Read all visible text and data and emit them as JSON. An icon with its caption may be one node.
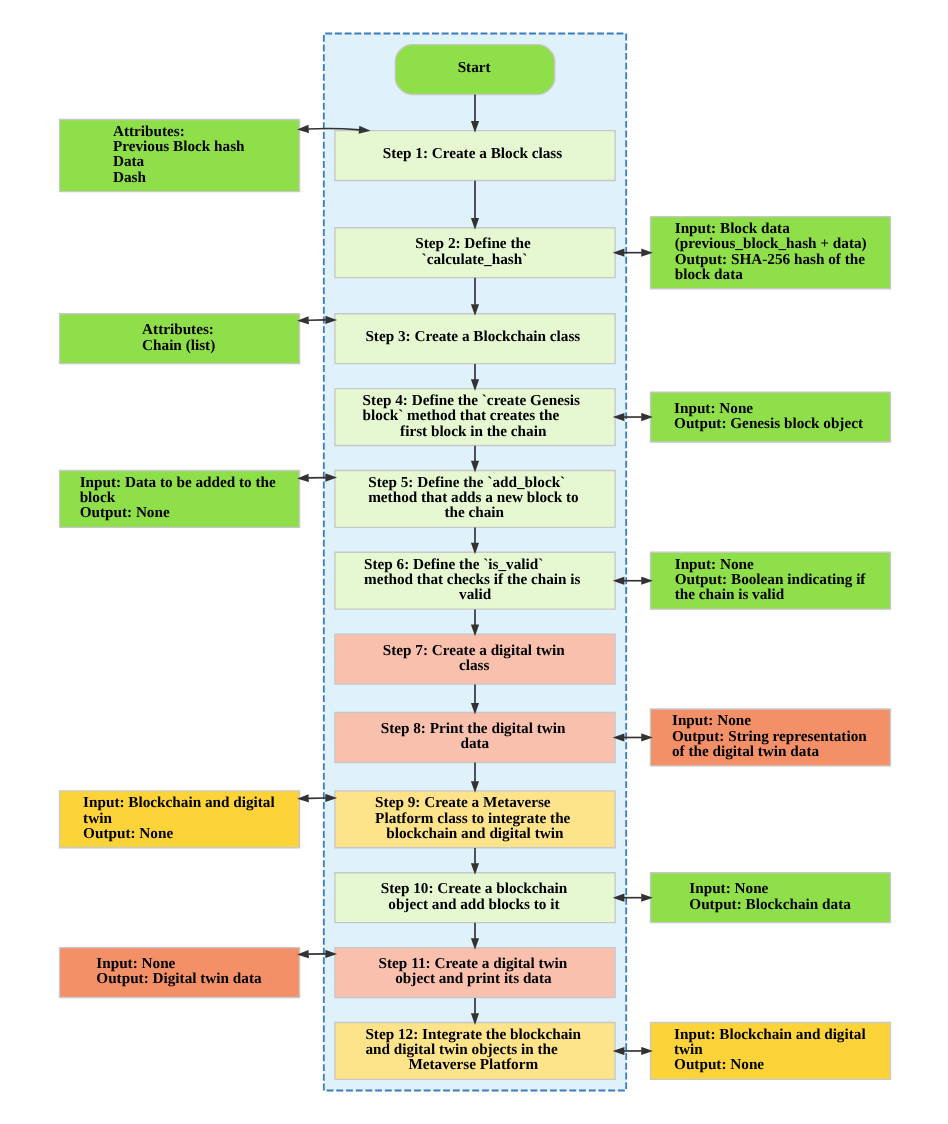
{
  "diagram": {
    "nodes": [
      {
        "text": [],
        "shape": "box"
      },
      {
        "text": [
          "Start"
        ],
        "in": 0
      },
      {
        "text": [
          "Step 1: Create a Block class"
        ],
        "in": 0
      },
      {
        "text": [
          "Step 2: Define the `calculate_hash`"
        ],
        "in": 0
      },
      {
        "text": [
          "Step 3: Create a Blockchain class"
        ],
        "in": 0
      },
      {
        "text": [
          "Step 4: Define the `create Genesis block` method that creates the first block in the chain"
        ],
        "in": 0
      },
      {
        "text": [
          "Step 5: Define the `add_block` method that adds a new block to the chain"
        ],
        "in": 0
      },
      {
        "text": [
          "Step 6: Define the `is_valid` method that checks if the chain is valid"
        ],
        "in": 0
      },
      {
        "text": [
          "Step 7: Create a digital twin class"
        ],
        "in": 0
      },
      {
        "text": [
          "Step 8: Print the digital twin data"
        ],
        "in": 0
      },
      {
        "text": [
          "Step 9: Create a Metaverse Platform class to integrate the blockchain and digital twin"
        ],
        "in": 0
      },
      {
        "text": [
          "Step 10: Create a blockchain object and add blocks to it"
        ],
        "in": 0
      },
      {
        "text": [
          "Step 11: Create a digital twin object and print its data"
        ],
        "in": 0
      },
      {
        "text": [
          "Step 12: Integrate the blockchain and digital twin objects in the Metaverse Platform"
        ],
        "in": 0
      },
      {
        "text": [
          "Attributes:",
          "Previous Block hash",
          "Data",
          "Dash"
        ]
      },
      {
        "text": [
          "Input: Block data (previous_block_hash + data)",
          "Output: SHA-256 hash of the block data"
        ]
      },
      {
        "text": [
          "Attributes:",
          "Chain (list)"
        ]
      },
      {
        "text": [
          "Input: None",
          "Output: Genesis block object"
        ]
      },
      {
        "text": [
          "Input: Data to be added to the block",
          "Output: None"
        ]
      },
      {
        "text": [
          "Input: None",
          "Output: Boolean indicating if the chain is valid"
        ]
      },
      {
        "text": [
          "Input: None",
          "Output: String representation of the digital twin data"
        ]
      },
      {
        "text": [
          "Input: Blockchain and digital twin",
          "Output: None"
        ]
      },
      {
        "text": [
          "Input: None",
          "Output: Blockchain data"
        ]
      },
      {
        "text": [
          "Input: None",
          "Output: Digital twin data"
        ]
      },
      {
        "text": [
          "Input: Blockchain and digital twin",
          "Output: None"
        ]
      }
    ],
    "edges": [
      {
        "from": 1,
        "to": 2,
        "arrow": "to"
      },
      {
        "from": 2,
        "to": 3,
        "arrow": "to"
      },
      {
        "from": 3,
        "to": 4,
        "arrow": "to"
      },
      {
        "from": 4,
        "to": 5,
        "arrow": "to"
      },
      {
        "from": 5,
        "to": 6,
        "arrow": "to"
      },
      {
        "from": 6,
        "to": 7,
        "arrow": "to"
      },
      {
        "from": 7,
        "to": 8,
        "arrow": "to"
      },
      {
        "from": 8,
        "to": 9,
        "arrow": "to"
      },
      {
        "from": 9,
        "to": 10,
        "arrow": "to"
      },
      {
        "from": 10,
        "to": 11,
        "arrow": "to"
      },
      {
        "from": 11,
        "to": 12,
        "arrow": "to"
      },
      {
        "from": 12,
        "to": 13,
        "arrow": "to"
      },
      {
        "from": 14,
        "to": 2,
        "arrow": "both"
      },
      {
        "from": 15,
        "to": 3,
        "arrow": "both"
      },
      {
        "from": 16,
        "to": 4,
        "arrow": "both"
      },
      {
        "from": 17,
        "to": 5,
        "arrow": "both"
      },
      {
        "from": 18,
        "to": 6,
        "arrow": "both"
      },
      {
        "from": 19,
        "to": 7,
        "arrow": "both"
      },
      {
        "from": 20,
        "to": 9,
        "arrow": "both"
      },
      {
        "from": 21,
        "to": 10,
        "arrow": "both"
      },
      {
        "from": 22,
        "to": 11,
        "arrow": "both"
      },
      {
        "from": 23,
        "to": 12,
        "arrow": "both"
      },
      {
        "from": 24,
        "to": 13,
        "arrow": "both"
      }
    ]
  }
}
